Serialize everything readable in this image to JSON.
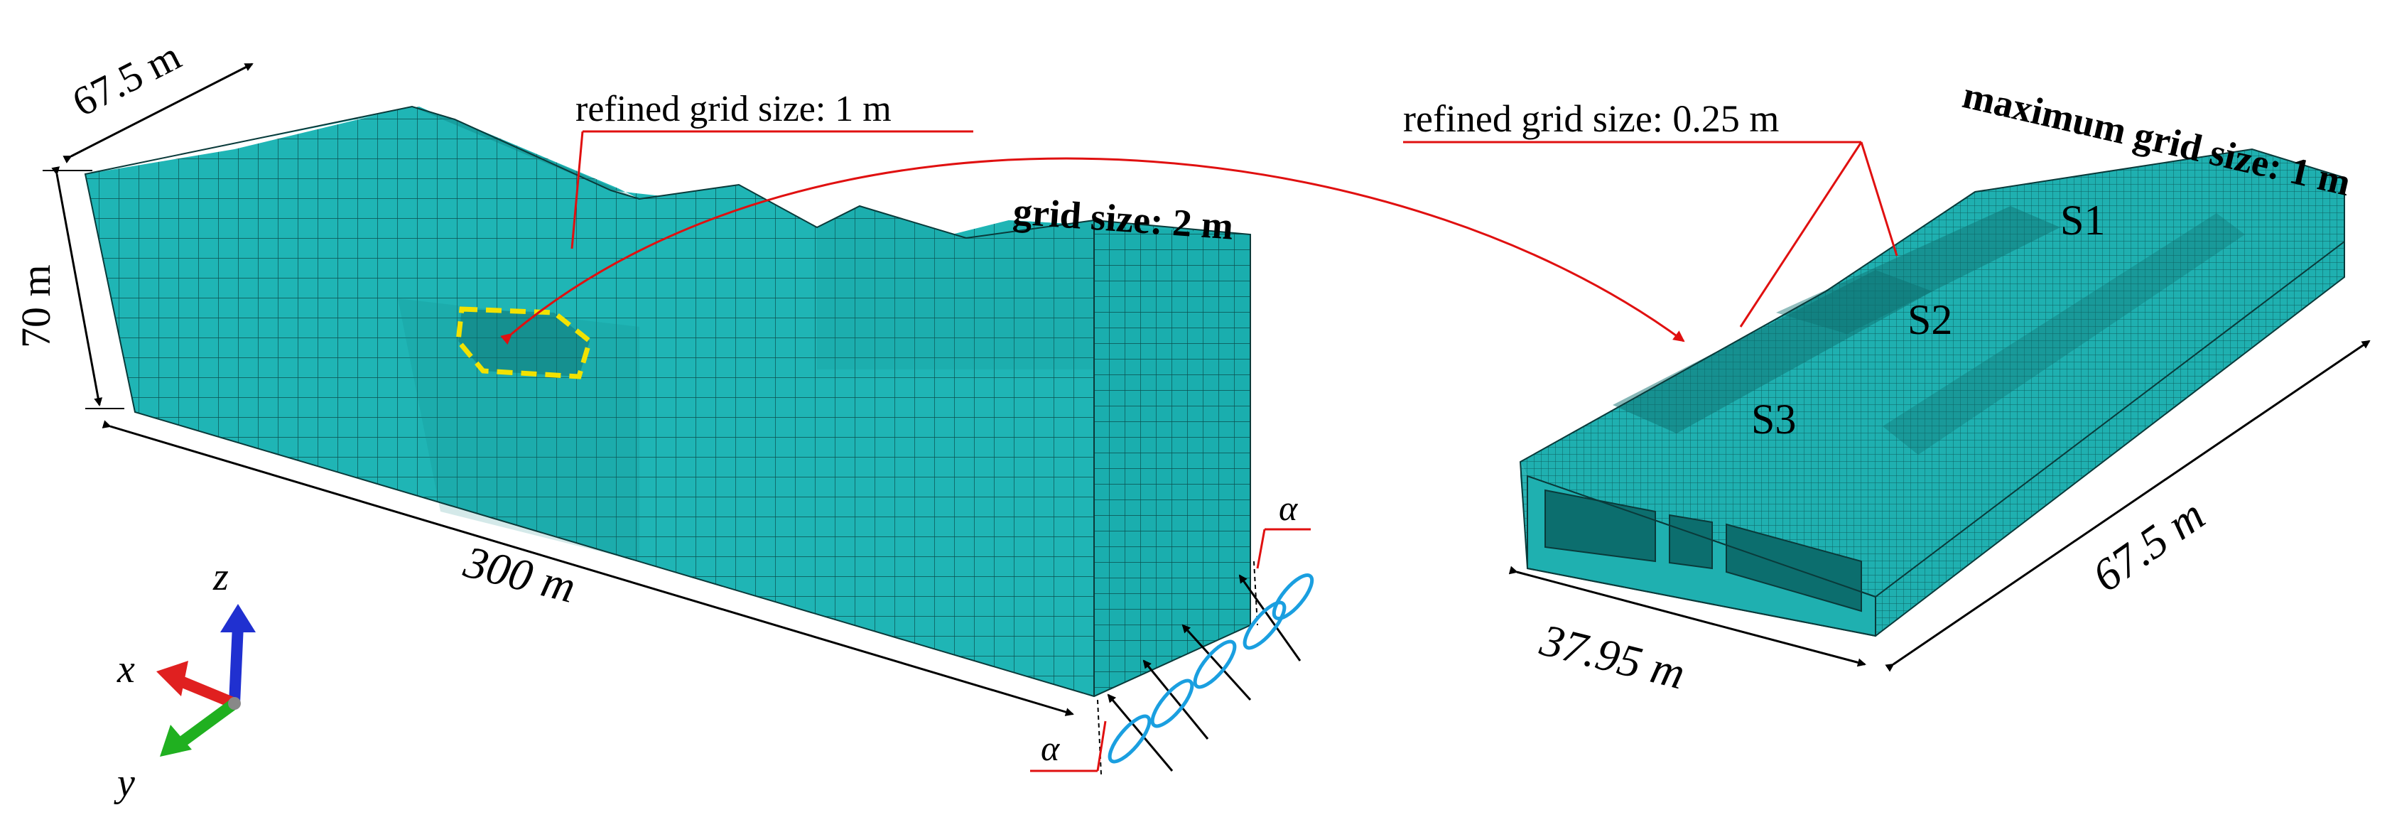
{
  "figure": {
    "left_model": {
      "width_label": "67.5 m",
      "height_label": "70 m",
      "length_label": "300 m",
      "refined_label": "refined grid size: 1 m",
      "grid_label": "grid size: 2 m",
      "alpha_top": "α",
      "alpha_bottom": "α"
    },
    "right_model": {
      "refined_label": "refined grid size: 0.25 m",
      "max_label": "maximum grid size: 1 m",
      "sections": [
        "S1",
        "S2",
        "S3"
      ],
      "width_label": "37.95 m",
      "length_label": "67.5 m"
    },
    "axes": {
      "z": "z",
      "x": "x",
      "y": "y"
    },
    "colors": {
      "mesh": "#1fb5b5",
      "mesh_dark": "#0f8585",
      "mesh_line": "#0a4f4f",
      "pointer": "#e01010",
      "highlight": "#f2e200",
      "wave": "#1a9fe0",
      "axis_x": "#e02020",
      "axis_y": "#20b020",
      "axis_z": "#2030d0"
    }
  }
}
